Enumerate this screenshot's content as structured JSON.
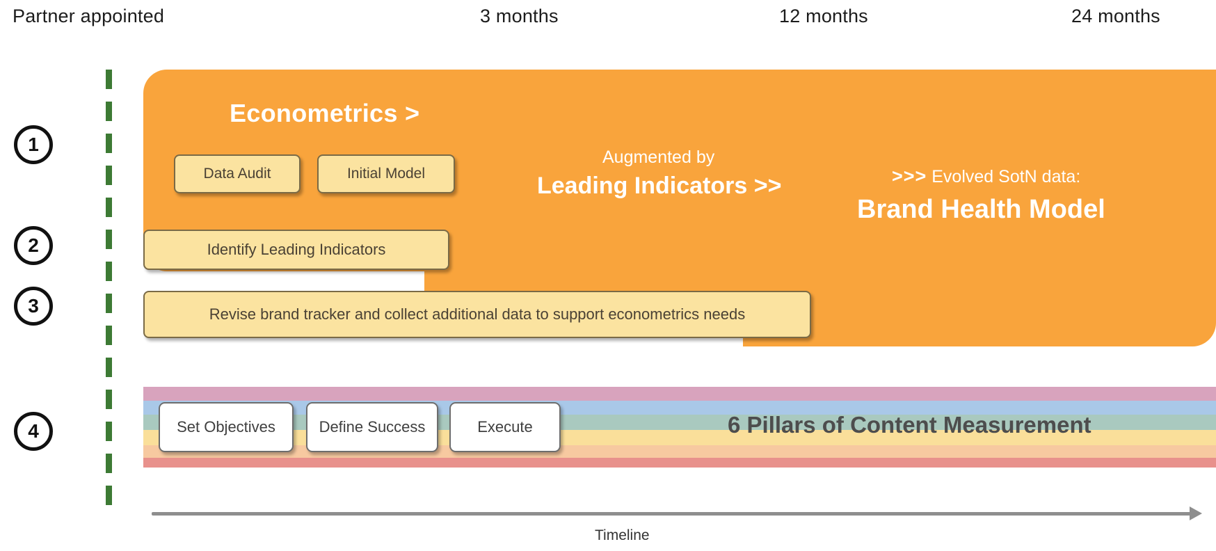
{
  "header": {
    "milestones": [
      {
        "id": "partner",
        "label": "Partner appointed"
      },
      {
        "id": "m3",
        "label": "3 months"
      },
      {
        "id": "m12",
        "label": "12 months"
      },
      {
        "id": "m24",
        "label": "24 months"
      }
    ]
  },
  "rows": [
    {
      "number": "1"
    },
    {
      "number": "2"
    },
    {
      "number": "3"
    },
    {
      "number": "4"
    }
  ],
  "workstream": {
    "title": "Econometrics >",
    "augmented_small": "Augmented by",
    "augmented_big": "Leading Indicators >>",
    "evolved_chevrons": ">>>",
    "evolved_small": " Evolved SotN data:",
    "evolved_big": "Brand Health Model",
    "tasks": [
      {
        "id": "data-audit",
        "label": "Data Audit"
      },
      {
        "id": "initial-model",
        "label": "Initial Model"
      },
      {
        "id": "identify",
        "label": "Identify Leading Indicators"
      },
      {
        "id": "revise",
        "label": "Revise brand tracker and collect additional data to support econometrics needs"
      }
    ]
  },
  "pillars": {
    "title": "6 Pillars of Content Measurement",
    "steps": [
      {
        "id": "set-objectives",
        "label": "Set Objectives"
      },
      {
        "id": "define-success",
        "label": "Define Success"
      },
      {
        "id": "execute",
        "label": "Execute"
      }
    ],
    "stripe_colors": [
      "#d8a3bd",
      "#a9c8e8",
      "#a9c9bf",
      "#fadf9a",
      "#f7c9a0",
      "#e8918c"
    ]
  },
  "timeline": {
    "label": "Timeline"
  },
  "colors": {
    "orange": "#f9a43c",
    "task_fill": "#fbe3a0",
    "start_line_green": "#3d7a34",
    "axis_gray": "#8e8e8e"
  }
}
